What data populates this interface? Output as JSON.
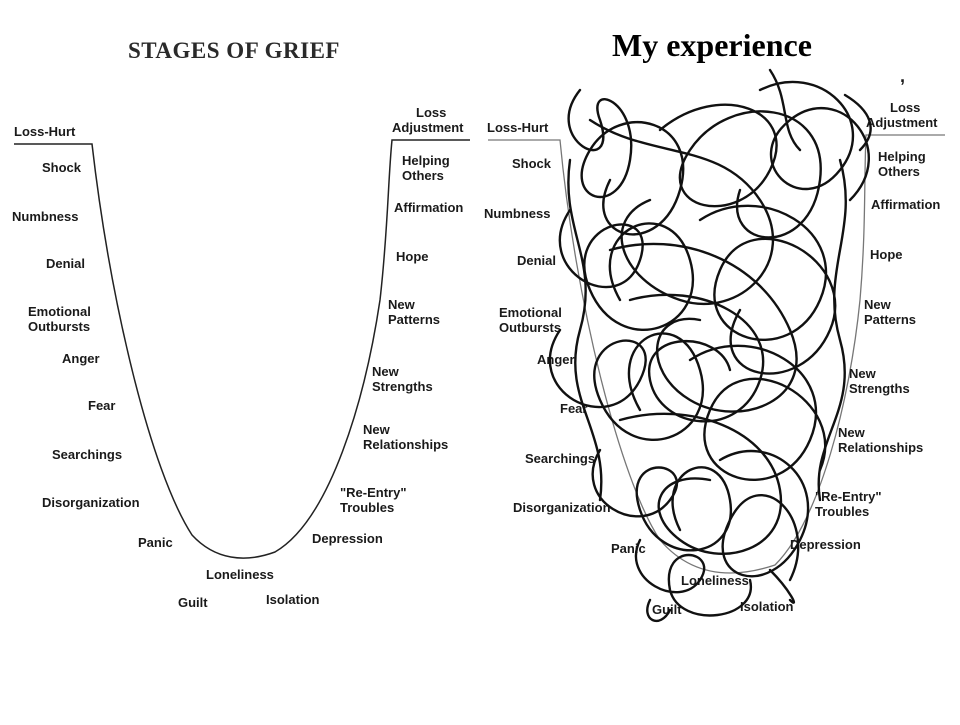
{
  "left_panel": {
    "title": "STAGES OF GRIEF",
    "left_labels": [
      [
        "Loss-Hurt"
      ],
      [
        "Shock"
      ],
      [
        "Numbness"
      ],
      [
        "Denial"
      ],
      [
        "Emotional",
        "Outbursts"
      ],
      [
        "Anger"
      ],
      [
        "Fear"
      ],
      [
        "Searchings"
      ],
      [
        "Disorganization"
      ],
      [
        "Panic"
      ]
    ],
    "bottom_labels": [
      [
        "Loneliness"
      ],
      [
        "Guilt"
      ],
      [
        "Isolation"
      ]
    ],
    "right_labels": [
      [
        "Loss",
        "Adjustment"
      ],
      [
        "Helping",
        "Others"
      ],
      [
        "Affirmation"
      ],
      [
        "Hope"
      ],
      [
        "New",
        "Patterns"
      ],
      [
        "New",
        "Strengths"
      ],
      [
        "New",
        "Relationships"
      ],
      [
        "\"Re-Entry\"",
        "Troubles"
      ],
      [
        "Depression"
      ]
    ]
  },
  "right_panel": {
    "title": "My experience",
    "left_labels": [
      [
        "Loss-Hurt"
      ],
      [
        "Shock"
      ],
      [
        "Numbness"
      ],
      [
        "Denial"
      ],
      [
        "Emotional",
        "Outbursts"
      ],
      [
        "Anger"
      ],
      [
        "Fear"
      ],
      [
        "Searchings"
      ],
      [
        "Disorganization"
      ],
      [
        "Panic"
      ]
    ],
    "bottom_labels": [
      [
        "Loneliness"
      ],
      [
        "Guilt"
      ],
      [
        "Isolation"
      ]
    ],
    "right_labels": [
      [
        "Loss",
        "Adjustment"
      ],
      [
        "Helping",
        "Others"
      ],
      [
        "Affirmation"
      ],
      [
        "Hope"
      ],
      [
        "New",
        "Patterns"
      ],
      [
        "New",
        "Strengths"
      ],
      [
        "New",
        "Relationships"
      ],
      [
        "\"Re-Entry\"",
        "Troubles"
      ],
      [
        "Depression"
      ]
    ]
  }
}
